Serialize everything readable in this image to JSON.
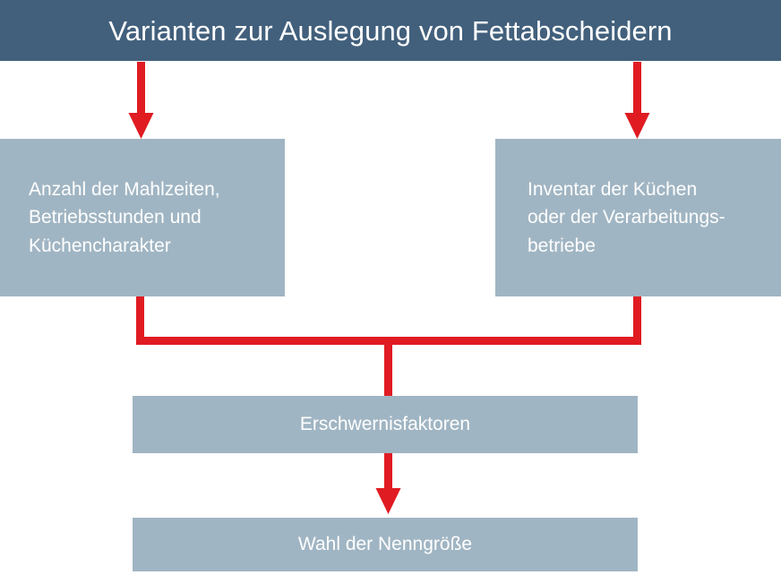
{
  "header": {
    "title": "Varianten zur Auslegung von Fettabscheidern"
  },
  "nodes": {
    "left": {
      "label": "Anzahl der Mahlzeiten,\nBetriebsstunden und\nKüchencharakter"
    },
    "right": {
      "label": "Inventar der Küchen\noder der Verarbeitungs-\nbetriebe"
    },
    "middle": {
      "label": "Erschwernisfaktoren"
    },
    "bottom": {
      "label": "Wahl der Nenngröße"
    }
  },
  "connectors": [
    {
      "name": "header-to-left-box",
      "type": "arrow",
      "from": "header",
      "to": "left-box"
    },
    {
      "name": "header-to-right-box",
      "type": "arrow",
      "from": "header",
      "to": "right-box"
    },
    {
      "name": "left-box-to-merge",
      "type": "line",
      "from": "left-box",
      "to": "merge-bus"
    },
    {
      "name": "right-box-to-merge",
      "type": "line",
      "from": "right-box",
      "to": "merge-bus"
    },
    {
      "name": "merge-bus-to-middle-box",
      "type": "line",
      "from": "merge-bus",
      "to": "middle-box"
    },
    {
      "name": "middle-box-to-bottom-box",
      "type": "arrow",
      "from": "middle-box",
      "to": "bottom-box"
    }
  ],
  "colors": {
    "header_background": "#42607C",
    "box_fill": "#A0B5C3",
    "connector_red": "#E01B22",
    "text_on_fill": "#FFFFFF",
    "canvas_background": "#FFFFFF"
  }
}
